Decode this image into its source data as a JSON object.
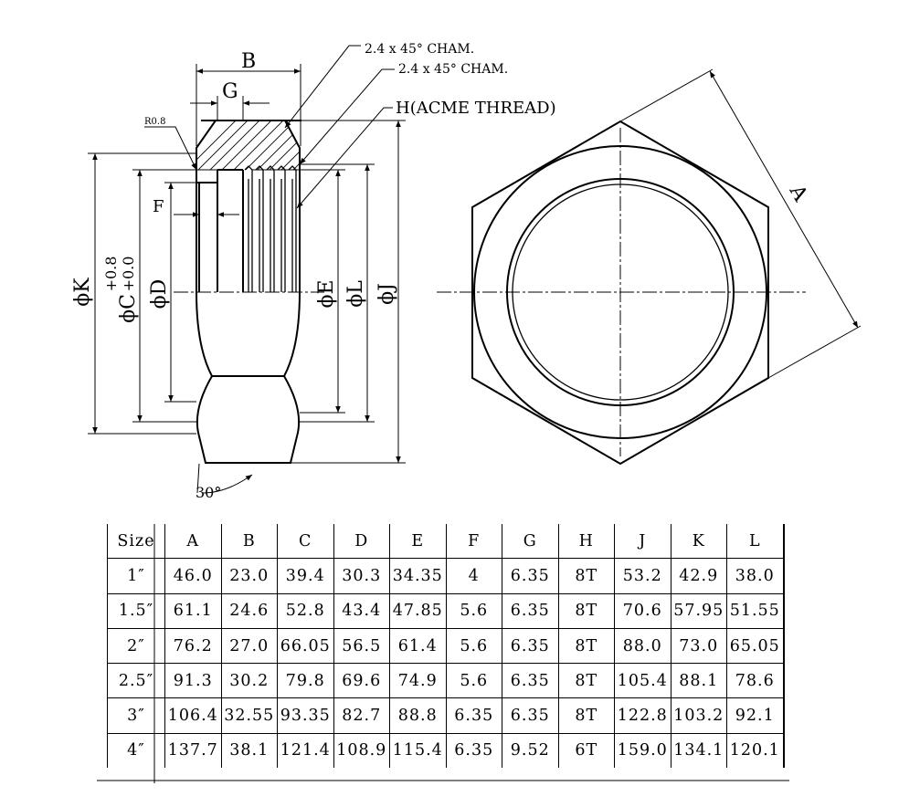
{
  "labels": {
    "cham_1": "2.4 x 45°  CHAM.",
    "cham_2": "2.4 x 45°  CHAM.",
    "thread": "H(ACME THREAD)",
    "radius": "R0.8",
    "B": "B",
    "G": "G",
    "F": "F",
    "K": "ϕK",
    "C": "ϕC",
    "C_tol_upper": "+0.8",
    "C_tol_lower": "+0.0",
    "D": "ϕD",
    "E": "ϕE",
    "L": "ϕL",
    "J": "ϕJ",
    "A": "A",
    "angle": "30°"
  },
  "table": {
    "header": [
      "Size",
      "A",
      "B",
      "C",
      "D",
      "E",
      "F",
      "G",
      "H",
      "J",
      "K",
      "L"
    ],
    "rows": [
      [
        "1″",
        "46.0",
        "23.0",
        "39.4",
        "30.3",
        "34.35",
        "4",
        "6.35",
        "8T",
        "53.2",
        "42.9",
        "38.0"
      ],
      [
        "1.5″",
        "61.1",
        "24.6",
        "52.8",
        "43.4",
        "47.85",
        "5.6",
        "6.35",
        "8T",
        "70.6",
        "57.95",
        "51.55"
      ],
      [
        "2″",
        "76.2",
        "27.0",
        "66.05",
        "56.5",
        "61.4",
        "5.6",
        "6.35",
        "8T",
        "88.0",
        "73.0",
        "65.05"
      ],
      [
        "2.5″",
        "91.3",
        "30.2",
        "79.8",
        "69.6",
        "74.9",
        "5.6",
        "6.35",
        "8T",
        "105.4",
        "88.1",
        "78.6"
      ],
      [
        "3″",
        "106.4",
        "32.55",
        "93.35",
        "82.7",
        "88.8",
        "6.35",
        "6.35",
        "8T",
        "122.8",
        "103.2",
        "92.1"
      ],
      [
        "4″",
        "137.7",
        "38.1",
        "121.4",
        "108.9",
        "115.4",
        "6.35",
        "9.52",
        "6T",
        "159.0",
        "134.1",
        "120.1"
      ]
    ]
  }
}
